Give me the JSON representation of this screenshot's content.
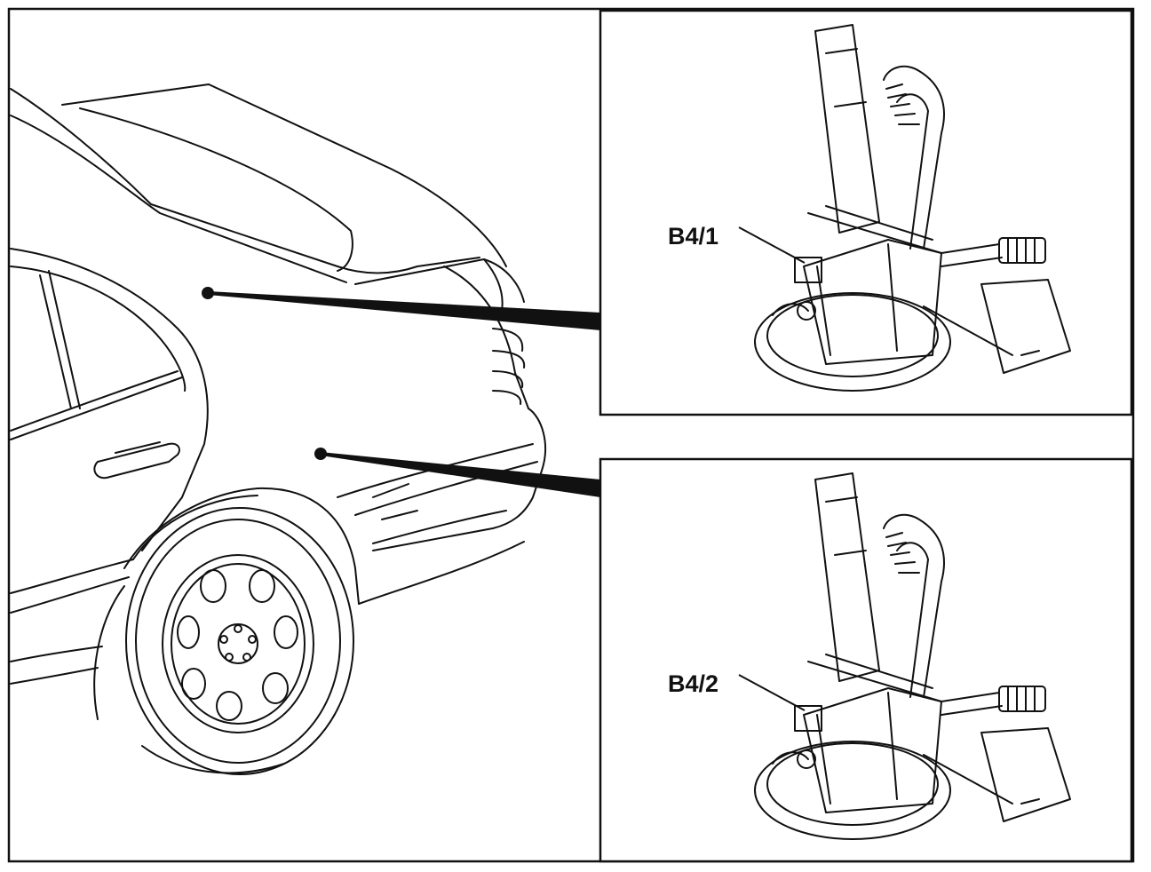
{
  "figure": {
    "callouts": [
      {
        "id": "upper",
        "label": "B4/1"
      },
      {
        "id": "lower",
        "label": "B4/2"
      }
    ]
  },
  "colors": {
    "ink": "#111111",
    "background": "#ffffff"
  }
}
